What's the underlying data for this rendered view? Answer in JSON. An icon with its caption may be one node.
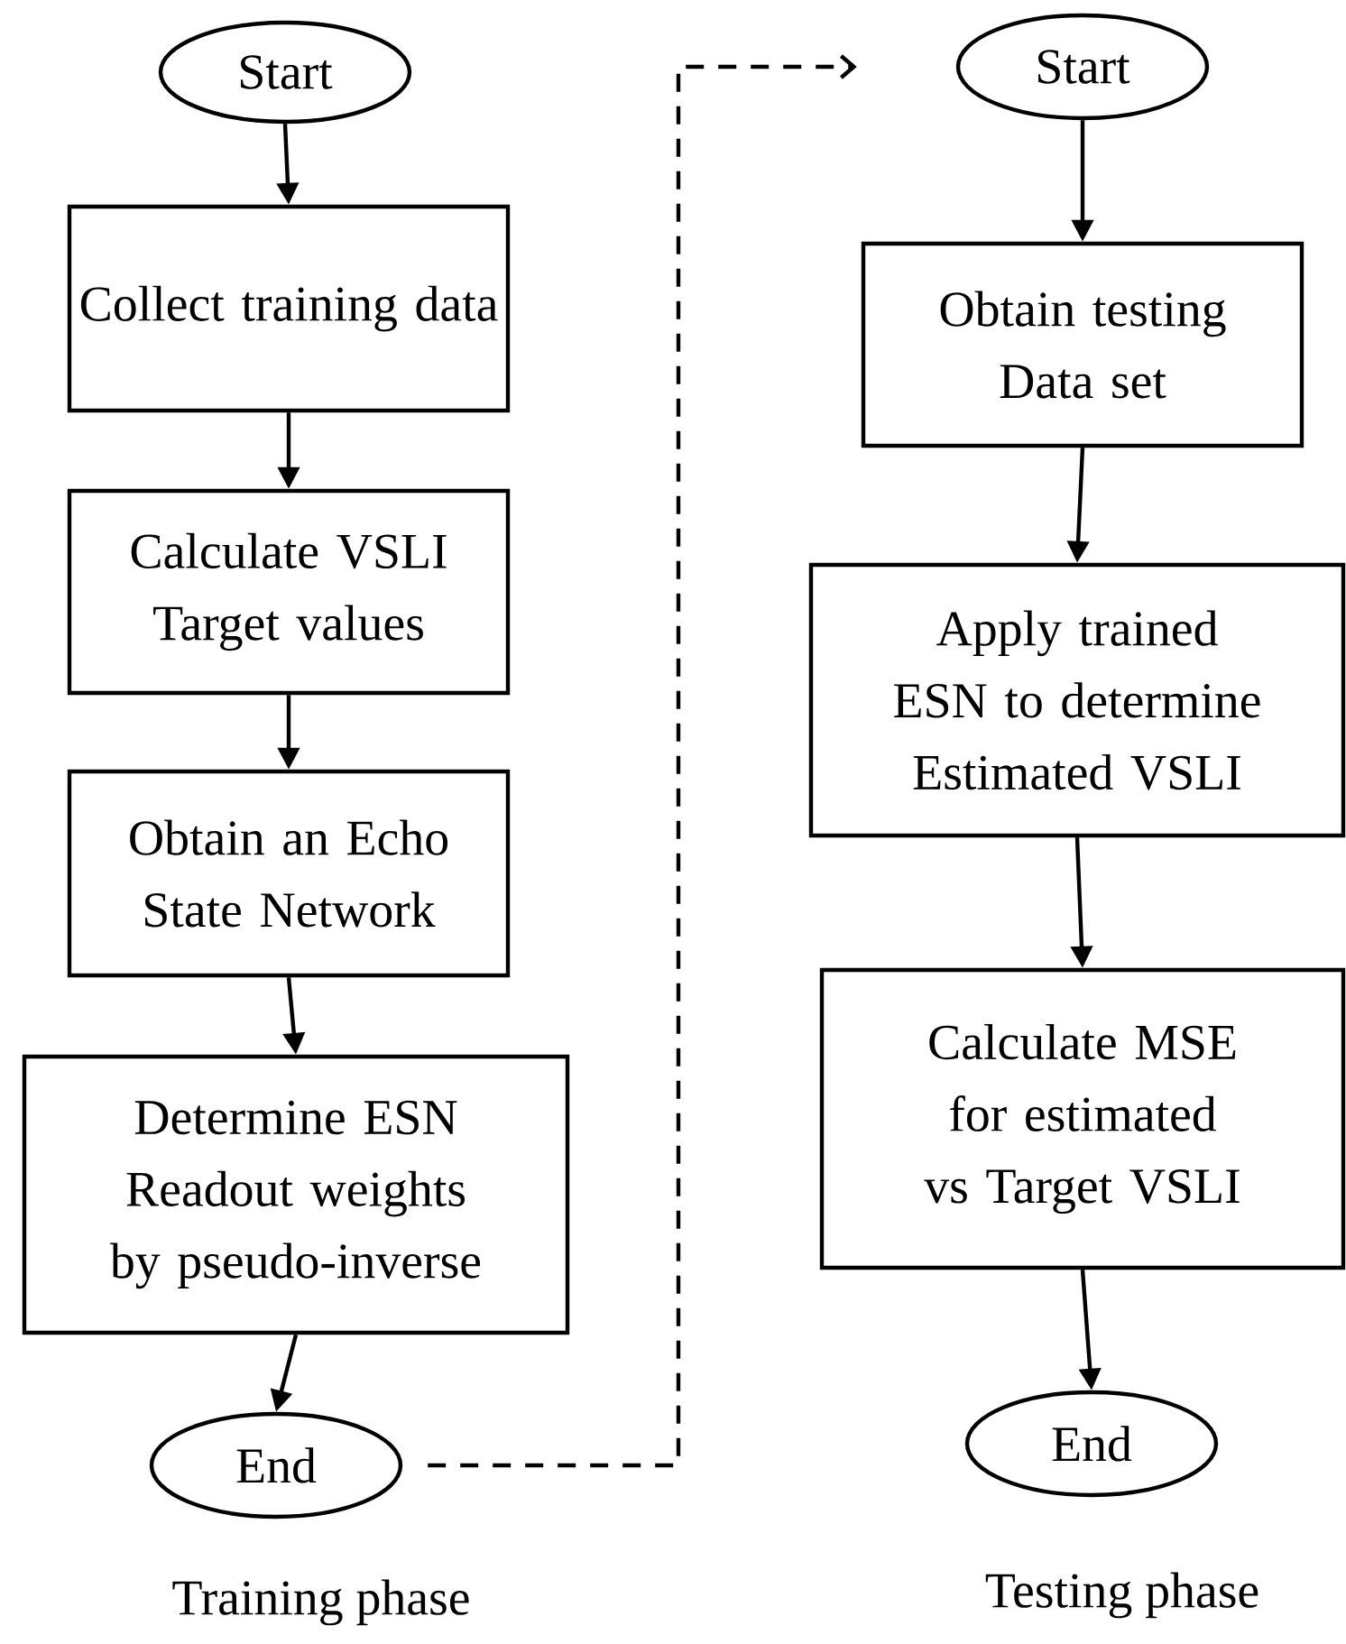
{
  "diagram": {
    "nodes": [
      {
        "text": [
          "Start"
        ]
      },
      {
        "text": [
          "Collect training data"
        ]
      },
      {
        "text": [
          "Calculate VSLI Target values"
        ]
      },
      {
        "text": [
          "Obtain an Echo State Network"
        ]
      },
      {
        "text": [
          "Determine ESN Readout weights by pseudo-inverse"
        ]
      },
      {
        "text": [
          "End"
        ]
      },
      {
        "text": [
          "Start"
        ]
      },
      {
        "text": [
          "Obtain testing Data set"
        ]
      },
      {
        "text": [
          "Apply trained ESN to determine Estimated VSLI"
        ]
      },
      {
        "text": [
          "Calculate MSE for estimated vs Target VSLI"
        ]
      },
      {
        "text": [
          "End"
        ]
      }
    ],
    "edges": [
      {
        "from": 0,
        "to": 1,
        "arrow": "to"
      },
      {
        "from": 1,
        "to": 2,
        "arrow": "to"
      },
      {
        "from": 2,
        "to": 3,
        "arrow": "to"
      },
      {
        "from": 3,
        "to": 4,
        "arrow": "to"
      },
      {
        "from": 4,
        "to": 5,
        "arrow": "to"
      },
      {
        "from": 5,
        "to": 6,
        "arrow": "to",
        "style": "dashed"
      },
      {
        "from": 6,
        "to": 7,
        "arrow": "to"
      },
      {
        "from": 7,
        "to": 8,
        "arrow": "to"
      },
      {
        "from": 8,
        "to": 9,
        "arrow": "to"
      },
      {
        "from": 9,
        "to": 10,
        "arrow": "to"
      }
    ],
    "labels": [
      "Training phase",
      "Testing phase"
    ]
  }
}
